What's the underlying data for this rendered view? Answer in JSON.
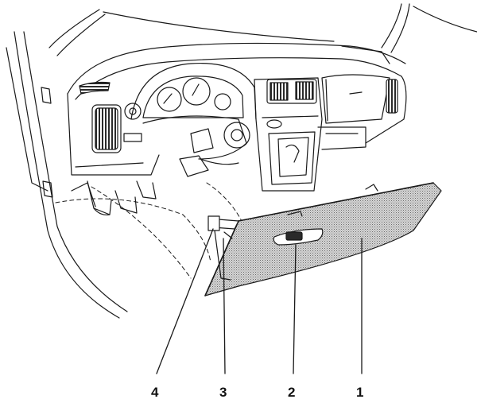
{
  "diagram": {
    "colors": {
      "line": "#1a1a1a",
      "fill": "#ffffff",
      "dark": "#555555",
      "stipple": "#bdbdbd"
    },
    "callouts": [
      {
        "id": "c4",
        "label": "4"
      },
      {
        "id": "c3",
        "label": "3"
      },
      {
        "id": "c2",
        "label": "2"
      },
      {
        "id": "c1",
        "label": "1"
      }
    ]
  }
}
